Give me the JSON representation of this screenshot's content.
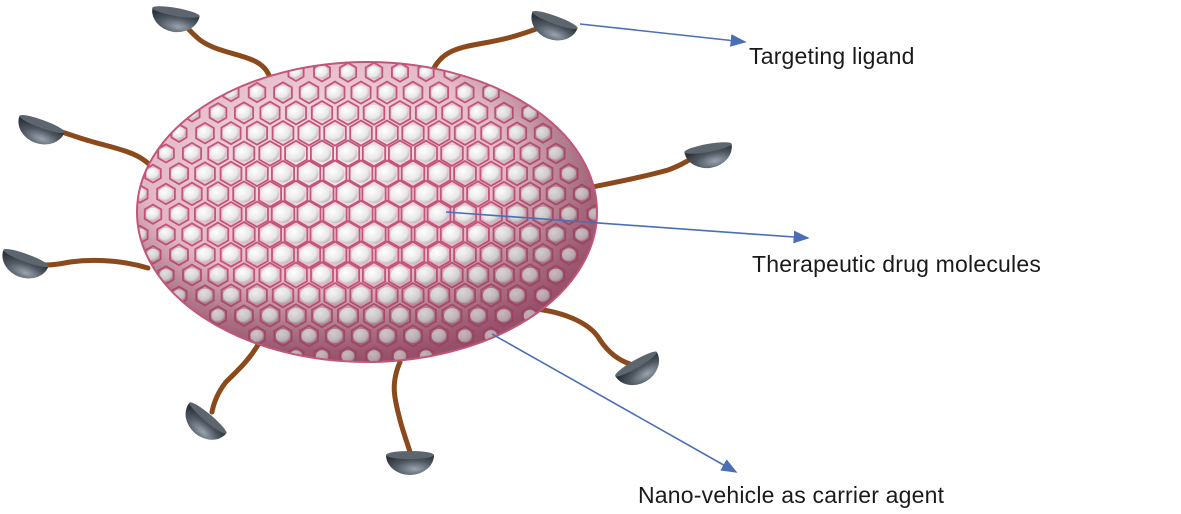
{
  "labels": {
    "targeting_ligand": "Targeting ligand",
    "therapeutic_drug": "Therapeutic drug molecules",
    "nano_vehicle": "Nano-vehicle as carrier agent"
  },
  "colors": {
    "mesh": "#c2557a",
    "sphere_base": "#e9c6d0",
    "drug": "#f4f4f4",
    "ligand_stem": "#8a4a1c",
    "ligand_cap": "#4a525c",
    "arrow": "#4a6fb5"
  }
}
